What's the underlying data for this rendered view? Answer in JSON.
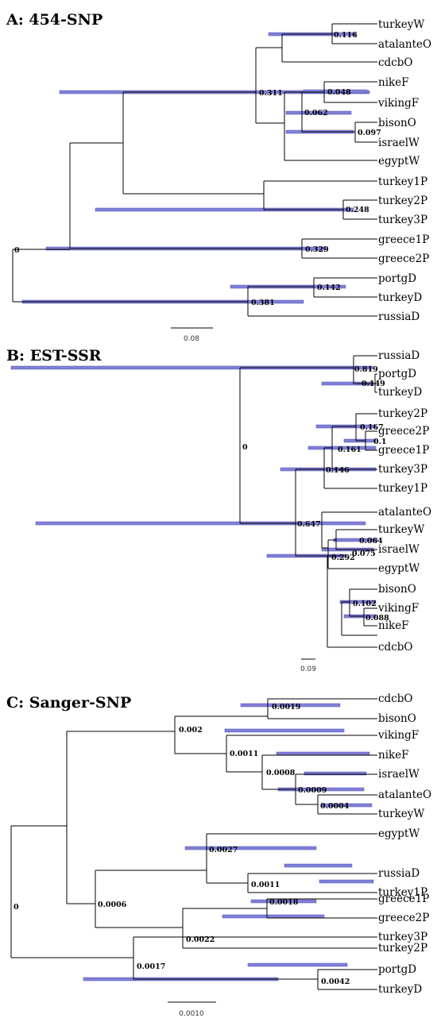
{
  "panels": {
    "a": {
      "title": "A: 454-SNP",
      "scale_label": "0.08",
      "leaves": [
        "turkeyW",
        "atalanteO",
        "cdcbO",
        "nikeF",
        "vikingF",
        "bisonO",
        "israelW",
        "egyptW",
        "turkey1P",
        "turkey2P",
        "turkey3P",
        "greece1P",
        "greece2P",
        "portgD",
        "turkeyD",
        "russiaD"
      ],
      "node_labels": [
        "0.116",
        "0.311",
        "0.048",
        "0.062",
        "0.097",
        "0.248",
        "0",
        "0.329",
        "0.142",
        "0.381"
      ]
    },
    "b": {
      "title": "B: EST-SSR",
      "scale_label": "0.09",
      "leaves": [
        "russiaD",
        "portgD",
        "turkeyD",
        "turkey2P",
        "greece2P",
        "greece1P",
        "turkey3P",
        "turkey1P",
        "atalanteO",
        "turkeyW",
        "israelW",
        "egyptW",
        "bisonO",
        "vikingF",
        "nikeF",
        "cdcbO"
      ],
      "node_labels": [
        "0.819",
        "0.149",
        "0",
        "0.167",
        "0.1",
        "0.161",
        "0.146",
        "0.647",
        "0.064",
        "0.075",
        "0.292",
        "0.102",
        "0.088"
      ]
    },
    "c": {
      "title": "C: Sanger-SNP",
      "scale_label": "0.0010",
      "leaves": [
        "cdcbO",
        "bisonO",
        "vikingF",
        "nikeF",
        "israelW",
        "atalanteO",
        "turkeyW",
        "egyptW",
        "russiaD",
        "turkey1P",
        "greece1P",
        "greece2P",
        "turkey2P",
        "turkey3P",
        "portgD",
        "turkeyD"
      ],
      "node_labels": [
        "0.0019",
        "0.002",
        "0.0011",
        "0.0008",
        "0.0009",
        "0.0004",
        "0.0027",
        "0.0011",
        "0",
        "0.0006",
        "0.0018",
        "0.0022",
        "0.0017",
        "0.0042"
      ]
    }
  },
  "colors": {
    "branch": "#000000",
    "interval_bar": "#8080d8"
  }
}
